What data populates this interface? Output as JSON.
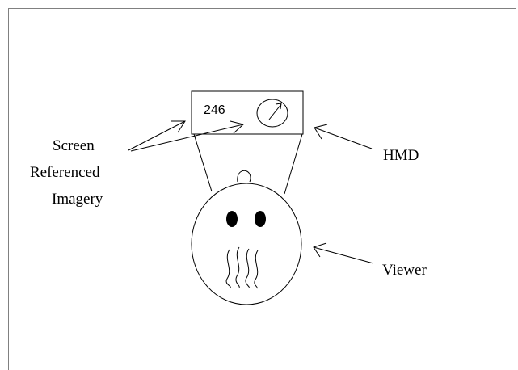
{
  "display": {
    "readout": "246",
    "gauge_icon": "dial-gauge-icon"
  },
  "labels": {
    "screen_referenced_imagery": [
      "Screen",
      "Referenced",
      "Imagery"
    ],
    "hmd": "HMD",
    "viewer": "Viewer"
  },
  "icons": {
    "viewer_face": "face-icon",
    "breath": "breath-wavy-lines-icon"
  },
  "colors": {
    "ink": "#000000",
    "background": "#ffffff",
    "frame": "#808080"
  }
}
